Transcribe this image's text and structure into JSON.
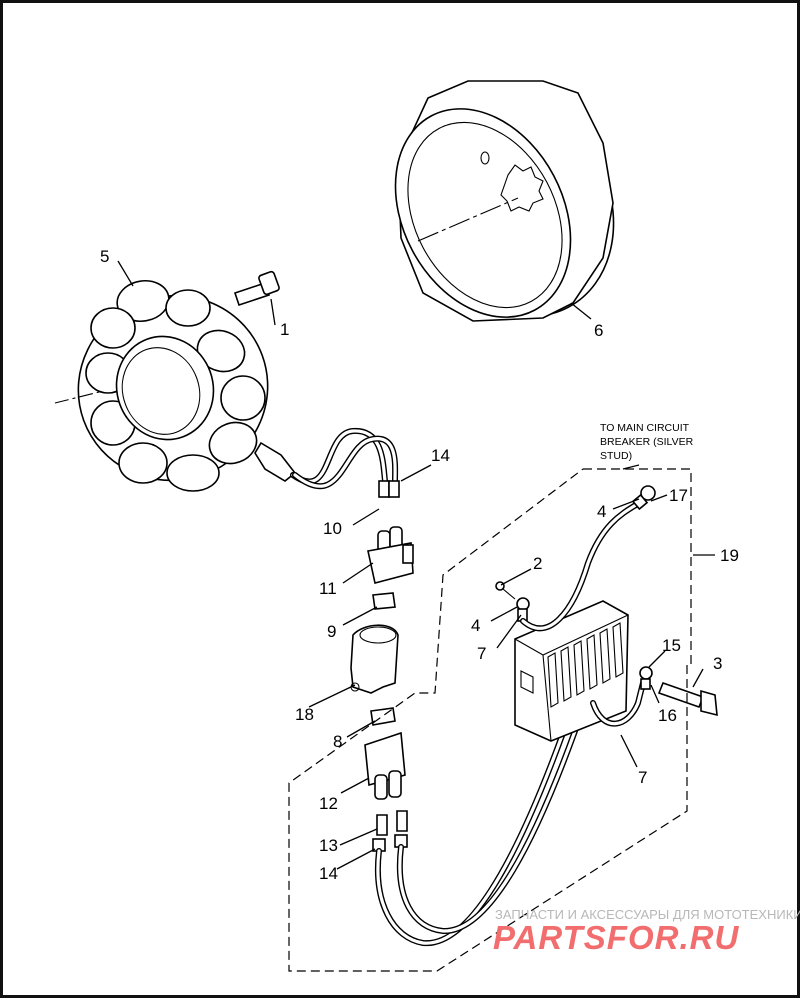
{
  "callouts": {
    "c1": "1",
    "c2": "2",
    "c3": "3",
    "c4a": "4",
    "c4b": "4",
    "c5": "5",
    "c6": "6",
    "c7a": "7",
    "c7b": "7",
    "c8": "8",
    "c9": "9",
    "c10": "10",
    "c11": "11",
    "c12": "12",
    "c13": "13",
    "c14a": "14",
    "c14b": "14",
    "c15": "15",
    "c16": "16",
    "c17": "17",
    "c18": "18",
    "c19": "19"
  },
  "note": {
    "line1": "TO MAIN CIRCUIT",
    "line2": "BREAKER (SILVER",
    "line3": "STUD)"
  },
  "watermark": {
    "tagline": "ЗАПЧАСТИ И АКСЕССУАРЫ ДЛЯ МОТОТЕХНИКИ",
    "brand": "PARTSFOR.RU",
    "color": "#f26d6d"
  }
}
